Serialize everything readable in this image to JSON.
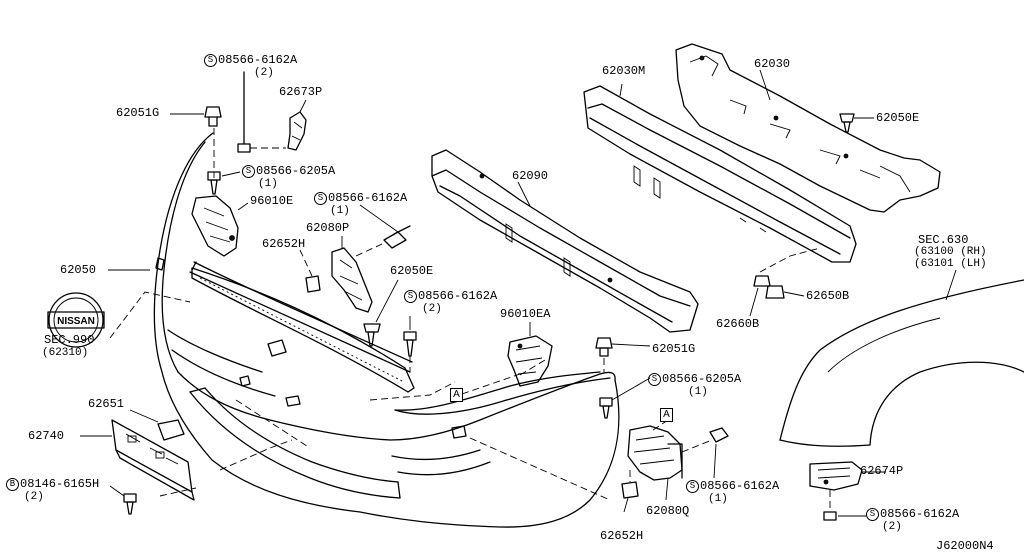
{
  "parts": {
    "p62051g_top": "62051G",
    "p62673p": "62673P",
    "p62050": "62050",
    "p96010e": "96010E",
    "p62652h_top": "62652H",
    "p62080p": "62080P",
    "p62050e_mid": "62050E",
    "p62090": "62090",
    "p62030m": "62030M",
    "p62030": "62030",
    "p62050e_right": "62050E",
    "p96010ea": "96010EA",
    "p62051g_mid": "62051G",
    "p62650b": "62650B",
    "p62660b": "62660B",
    "p62651": "62651",
    "p62740": "62740",
    "p62652h_bot": "62652H",
    "p62080q": "62080Q",
    "p62674p": "62674P"
  },
  "fasteners": {
    "s1": {
      "symbol": "S",
      "code": "08566-6162A",
      "qty": "(2)"
    },
    "s2": {
      "symbol": "S",
      "code": "08566-6205A",
      "qty": "(1)"
    },
    "s3": {
      "symbol": "S",
      "code": "08566-6162A",
      "qty": "(1)"
    },
    "s4": {
      "symbol": "S",
      "code": "08566-6162A",
      "qty": "(2)"
    },
    "s5": {
      "symbol": "S",
      "code": "08566-6205A",
      "qty": "(1)"
    },
    "s6": {
      "symbol": "S",
      "code": "08566-6162A",
      "qty": "(1)"
    },
    "s7": {
      "symbol": "S",
      "code": "08566-6162A",
      "qty": "(2)"
    },
    "b1": {
      "symbol": "B",
      "code": "08146-6165H",
      "qty": "(2)"
    }
  },
  "sections": {
    "sec990": {
      "title": "SEC.990",
      "sub": "(62310)"
    },
    "sec630": {
      "title": "SEC.630",
      "rh": "(63100 (RH)",
      "lh": "(63101 (LH)"
    }
  },
  "refs": {
    "a1": "A",
    "a2": "A"
  },
  "diagram_id": "J62000N4"
}
